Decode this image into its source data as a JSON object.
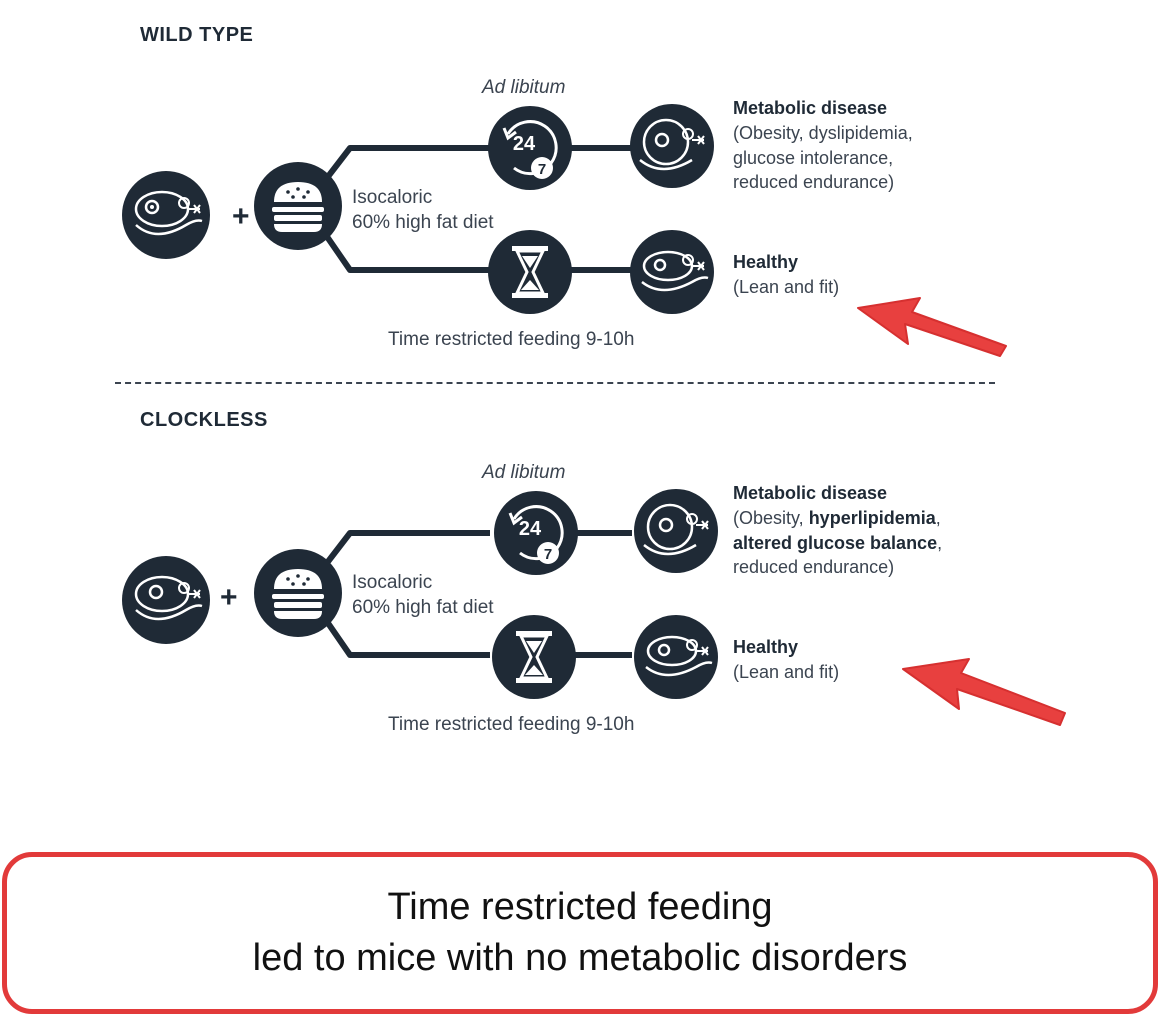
{
  "colors": {
    "dark": "#1f2a36",
    "arrow": "#e8403f",
    "text": "#3b4450"
  },
  "icons": [
    "mouse-icon",
    "burger-icon",
    "clock-24-7-icon",
    "hourglass-icon",
    "fat-mouse-icon",
    "lean-mouse-icon",
    "red-arrow-icon"
  ],
  "panels": [
    {
      "title": "WILD TYPE",
      "plus": "+",
      "diet": "Isocaloric\n60% high fat diet",
      "ad_libitum": "Ad libitum",
      "trf": "Time restricted feeding 9-10h",
      "disease_heading": "Metabolic disease",
      "disease_lines": [
        "(Obesity, dyslipidemia,",
        "glucose intolerance,",
        "reduced endurance)"
      ],
      "healthy_heading": "Healthy",
      "healthy_detail": "(Lean and fit)"
    },
    {
      "title": "CLOCKLESS",
      "plus": "+",
      "diet": "Isocaloric\n60% high fat diet",
      "ad_libitum": "Ad libitum",
      "trf": "Time restricted feeding 9-10h",
      "disease_heading": "Metabolic disease",
      "disease_l1_a": "(Obesity, ",
      "disease_l1_b": "hyperlipidemia",
      "disease_l1_c": ",",
      "disease_l2_a": "altered glucose balance",
      "disease_l2_b": ",",
      "disease_l3": "reduced endurance)",
      "healthy_heading": "Healthy",
      "healthy_detail": "(Lean and fit)"
    }
  ],
  "clock_label": "24",
  "clock_sub": "7",
  "callout": {
    "line1": "Time restricted feeding",
    "line2": "led to mice with no metabolic disorders"
  }
}
